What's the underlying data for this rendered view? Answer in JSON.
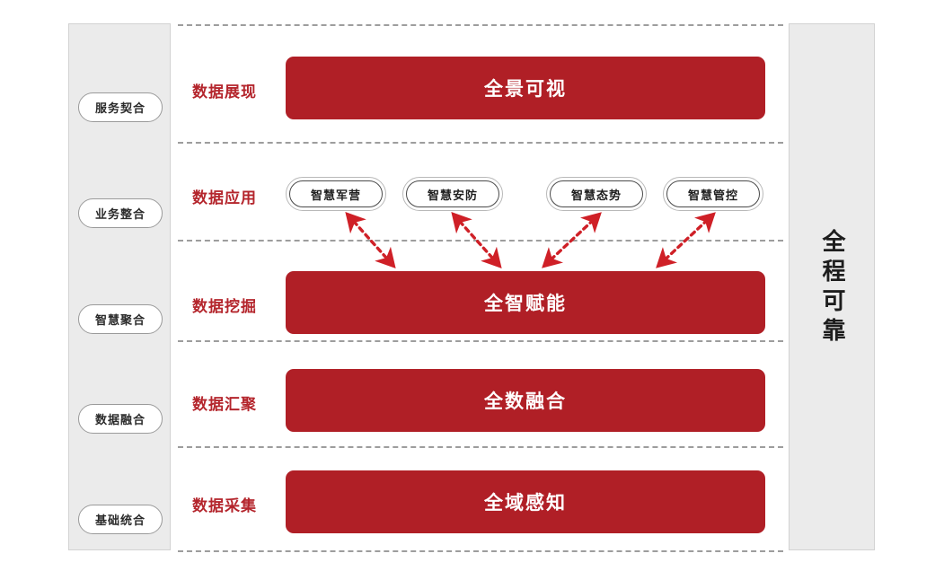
{
  "diagram": {
    "accent_red": "#b01f26",
    "label_red": "#b4252c",
    "panel_gray": "#ebebeb",
    "border_gray": "#d2d2d2",
    "dash_gray": "#9d9d9d"
  },
  "left_panel": {
    "items": [
      {
        "label": "服务契合"
      },
      {
        "label": "业务整合"
      },
      {
        "label": "智慧聚合"
      },
      {
        "label": "数据融合"
      },
      {
        "label": "基础统合"
      }
    ]
  },
  "right_panel": {
    "label": "全程可靠"
  },
  "rows": [
    {
      "label": "数据展现",
      "bar": "全景可视"
    },
    {
      "label": "数据应用",
      "bar": null
    },
    {
      "label": "数据挖掘",
      "bar": "全智赋能"
    },
    {
      "label": "数据汇聚",
      "bar": "全数融合"
    },
    {
      "label": "数据采集",
      "bar": "全域感知"
    }
  ],
  "application_pills": [
    {
      "label": "智慧军营"
    },
    {
      "label": "智慧安防"
    },
    {
      "label": "智慧态势"
    },
    {
      "label": "智慧管控"
    }
  ],
  "arrows": {
    "count": 4,
    "style": "double-headed dashed red",
    "color": "#cf2027",
    "directions": [
      "down-right",
      "down-right",
      "up-right",
      "up-right"
    ]
  }
}
